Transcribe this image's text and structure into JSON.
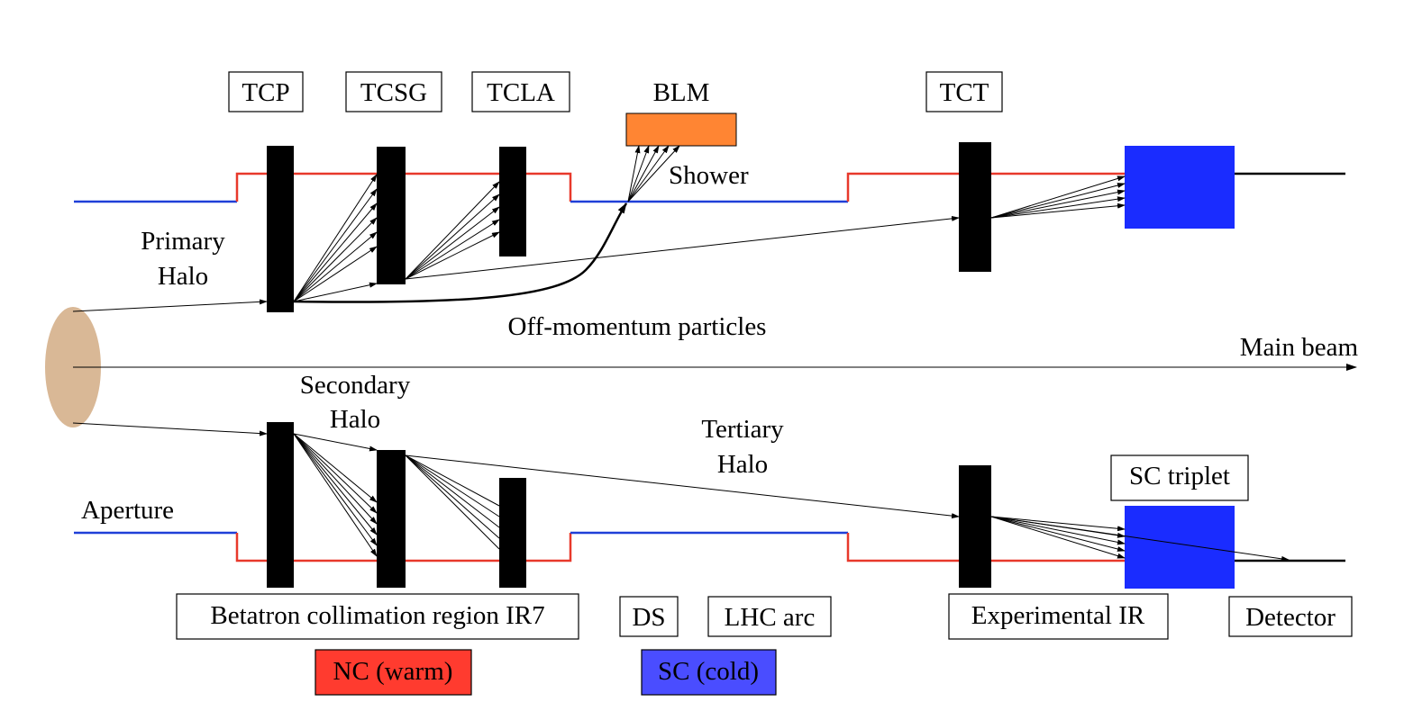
{
  "labels": {
    "tcp": "TCP",
    "tcsg": "TCSG",
    "tcla": "TCLA",
    "blm": "BLM",
    "tct": "TCT",
    "shower": "Shower",
    "primary_halo_1": "Primary",
    "primary_halo_2": "Halo",
    "off_momentum": "Off-momentum particles",
    "main_beam": "Main beam",
    "secondary_halo_1": "Secondary",
    "secondary_halo_2": "Halo",
    "tertiary_halo_1": "Tertiary",
    "tertiary_halo_2": "Halo",
    "aperture": "Aperture",
    "sc_triplet": "SC triplet",
    "betatron_region": "Betatron collimation region IR7",
    "ds": "DS",
    "lhc_arc": "LHC arc",
    "experimental_ir": "Experimental IR",
    "detector": "Detector",
    "nc_warm": "NC (warm)",
    "sc_cold": "SC (cold)"
  },
  "colors": {
    "warm": "#e8392b",
    "cold": "#1f3fd8",
    "blm_fill": "#ff8533",
    "triplet_fill": "#1a2cff",
    "beam_ellipse": "#d9b896",
    "nc_legend": "#ff3b2f",
    "sc_legend": "#4a4dff"
  }
}
